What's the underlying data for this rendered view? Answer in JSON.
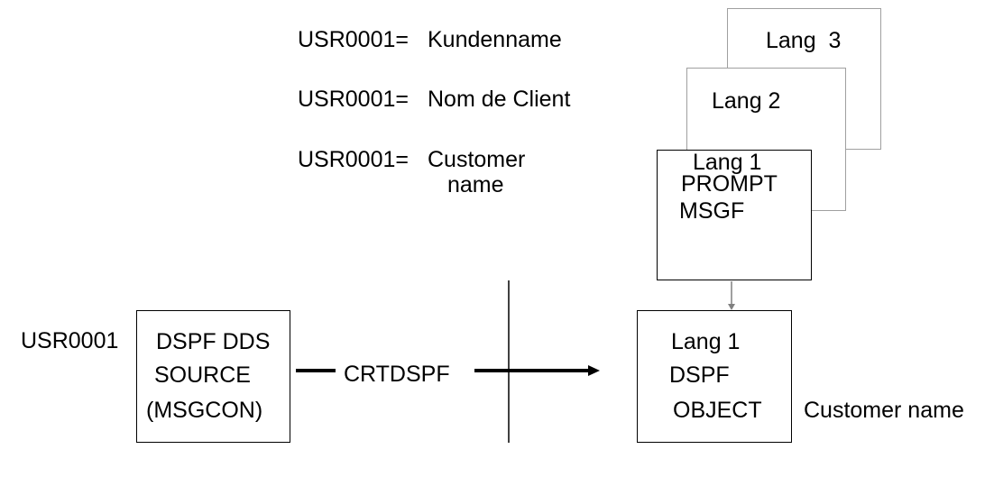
{
  "labels": {
    "line1_prefix": "USR0001=",
    "line1_text": "Kundenname",
    "line2_prefix": "USR0001=",
    "line2_text": "Nom de Client",
    "line3_prefix": "USR0001=",
    "line3_text": "Customer",
    "line3_cont": "name",
    "source_field": "USR0001",
    "command": "CRTDSPF",
    "object_field_text": "Customer name"
  },
  "cards": {
    "lang3": "Lang  3",
    "lang2": "Lang 2",
    "lang1": {
      "title": "Lang 1",
      "line2": "PROMPT",
      "line3": "MSGF"
    }
  },
  "source_box": {
    "line1": "DSPF DDS",
    "line2": "SOURCE",
    "line3": "(MSGCON)"
  },
  "object_box": {
    "line1": "Lang 1",
    "line2": "DSPF",
    "line3": "OBJECT"
  },
  "colors": {
    "line": "#000000",
    "card_border": "#a0a0a0",
    "connector": "#808080"
  }
}
